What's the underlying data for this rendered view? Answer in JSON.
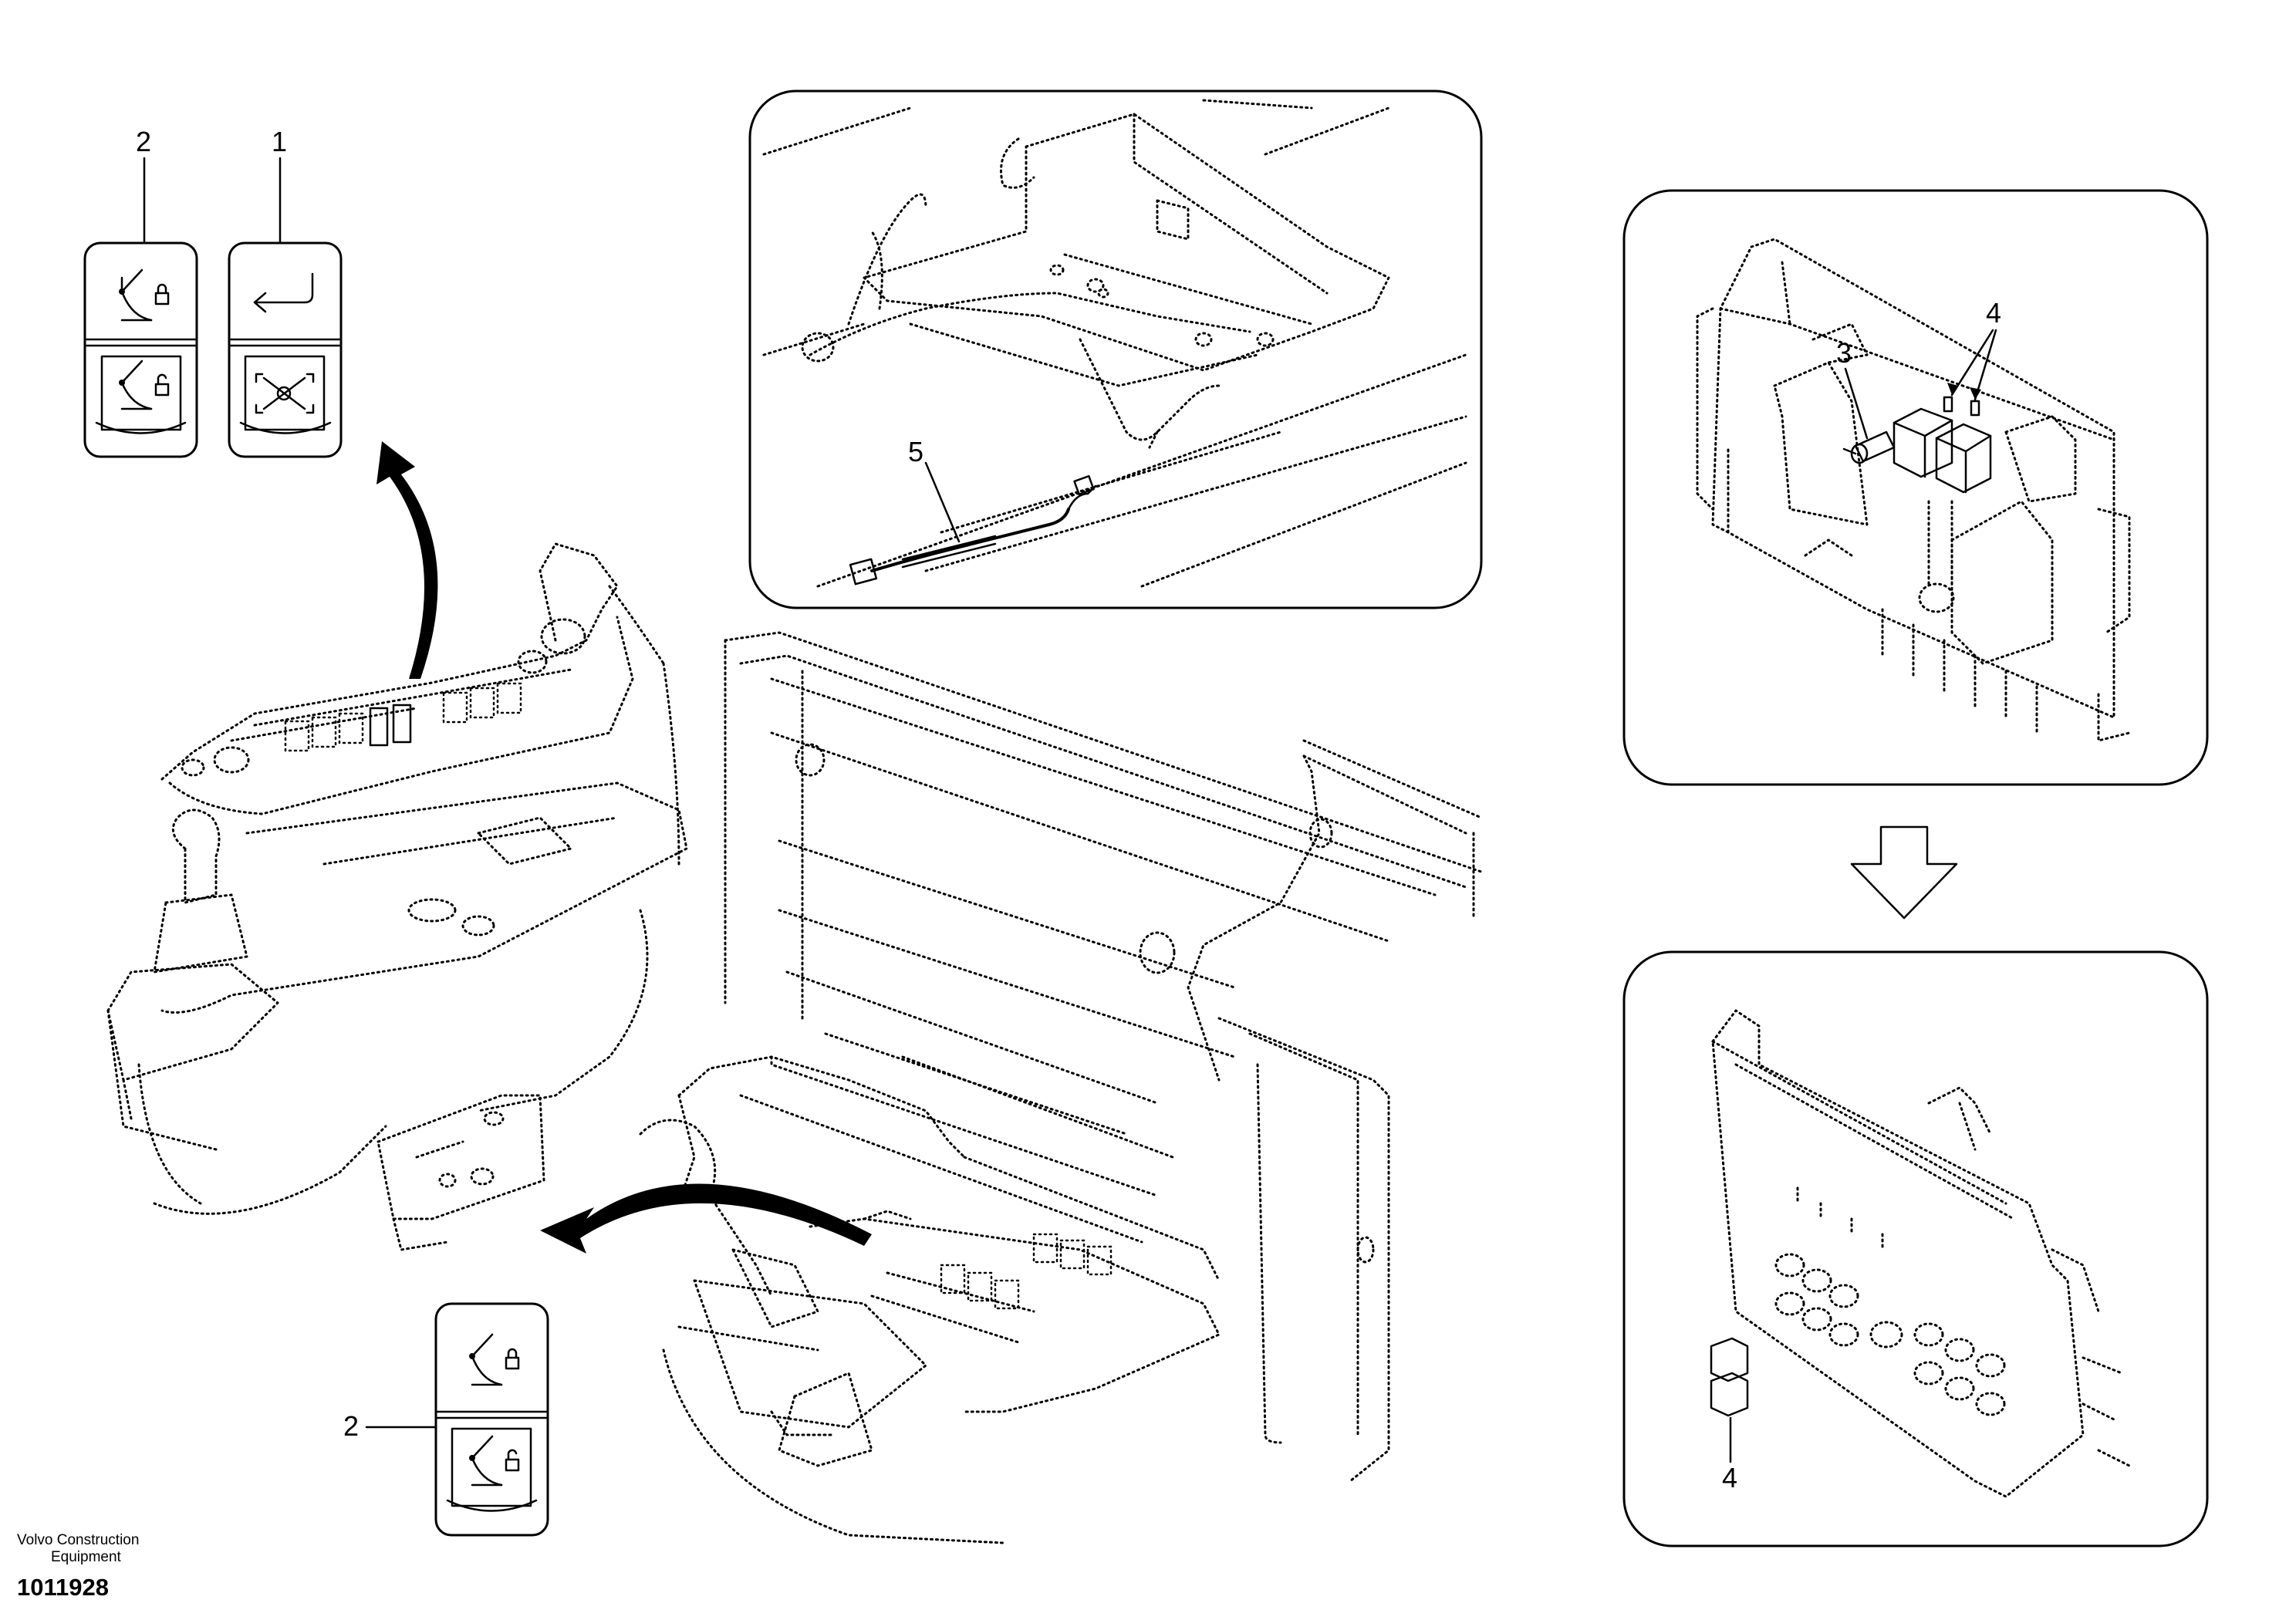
{
  "callouts": {
    "item_1": "1",
    "item_2_top": "2",
    "item_2_bottom": "2",
    "item_3": "3",
    "item_4_top": "4",
    "item_4_bottom": "4",
    "item_5": "5"
  },
  "footer": {
    "brand_line1": "Volvo Construction",
    "brand_line2": "Equipment",
    "doc_number": "1011928"
  },
  "icons": {
    "switch_icon": "boom-float-lock-switch-icon",
    "return_icon": "return-arrow-icon",
    "function_icon": "function-selector-icon",
    "move_arrow": "curved-arrow-icon",
    "down_arrow": "down-arrow-icon"
  },
  "colors": {
    "line": "#000000",
    "background": "#ffffff"
  }
}
